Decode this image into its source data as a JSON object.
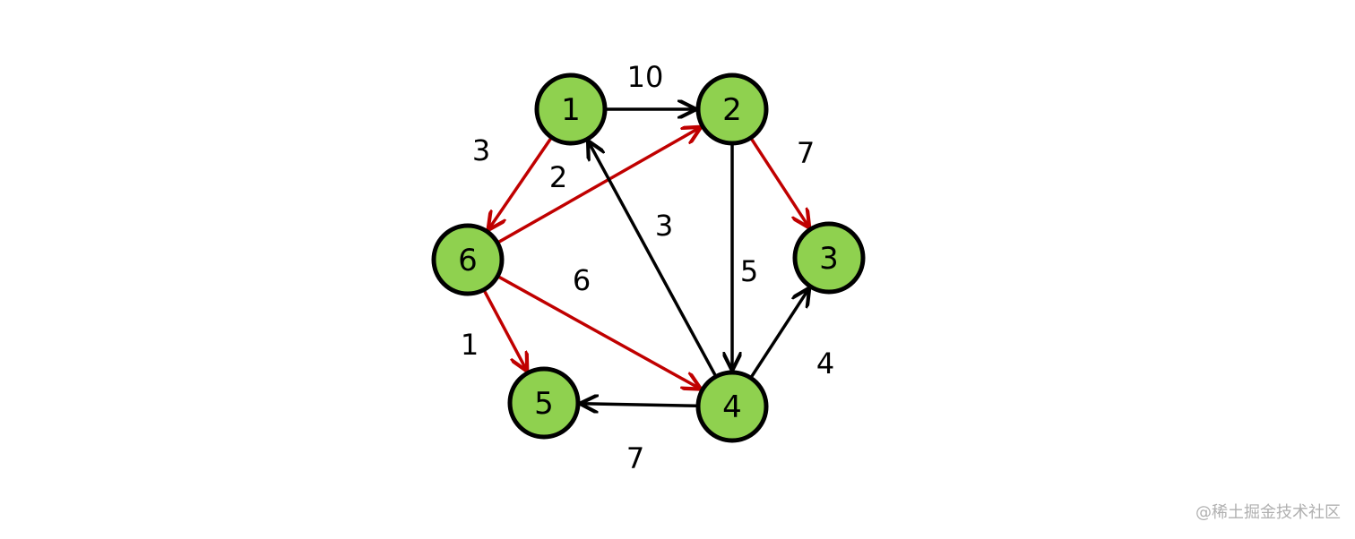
{
  "colors": {
    "node_fill": "#8fd14f",
    "node_stroke": "#000000",
    "edge_black": "#000000",
    "edge_red": "#c00000"
  },
  "nodes": [
    {
      "id": "1",
      "label": "1"
    },
    {
      "id": "2",
      "label": "2"
    },
    {
      "id": "3",
      "label": "3"
    },
    {
      "id": "4",
      "label": "4"
    },
    {
      "id": "5",
      "label": "5"
    },
    {
      "id": "6",
      "label": "6"
    }
  ],
  "edges": [
    {
      "from": "1",
      "to": "2",
      "weight": "10",
      "highlighted": false
    },
    {
      "from": "1",
      "to": "6",
      "weight": "3",
      "highlighted": true
    },
    {
      "from": "6",
      "to": "2",
      "weight": "2",
      "highlighted": true
    },
    {
      "from": "2",
      "to": "3",
      "weight": "7",
      "highlighted": true
    },
    {
      "from": "4",
      "to": "1",
      "weight": "3",
      "highlighted": false
    },
    {
      "from": "2",
      "to": "4",
      "weight": "5",
      "highlighted": false
    },
    {
      "from": "6",
      "to": "4",
      "weight": "6",
      "highlighted": true
    },
    {
      "from": "6",
      "to": "5",
      "weight": "1",
      "highlighted": true
    },
    {
      "from": "4",
      "to": "3",
      "weight": "4",
      "highlighted": false
    },
    {
      "from": "4",
      "to": "5",
      "weight": "7",
      "highlighted": false
    }
  ],
  "watermark": "@稀土掘金技术社区"
}
